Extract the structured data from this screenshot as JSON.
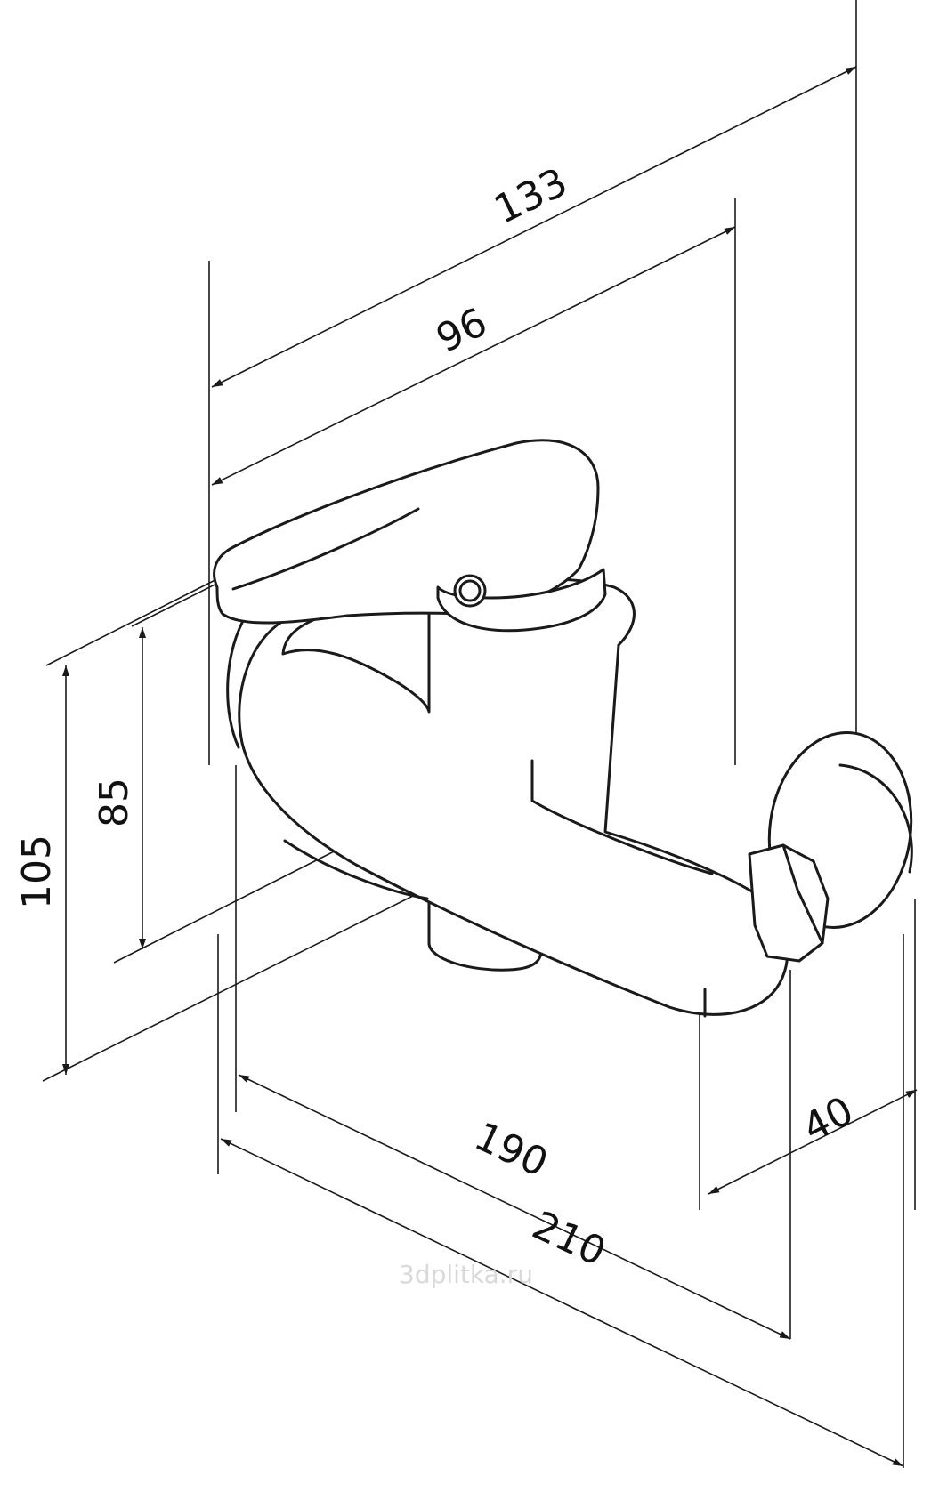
{
  "dimensions": {
    "d133": "133",
    "d96": "96",
    "d85": "85",
    "d105": "105",
    "d190": "190",
    "d210": "210",
    "d40": "40"
  },
  "watermark": "3dplitka.ru",
  "colors": {
    "line": "#1a1a1a",
    "background": "#ffffff",
    "watermark": "#d9d9d9"
  }
}
